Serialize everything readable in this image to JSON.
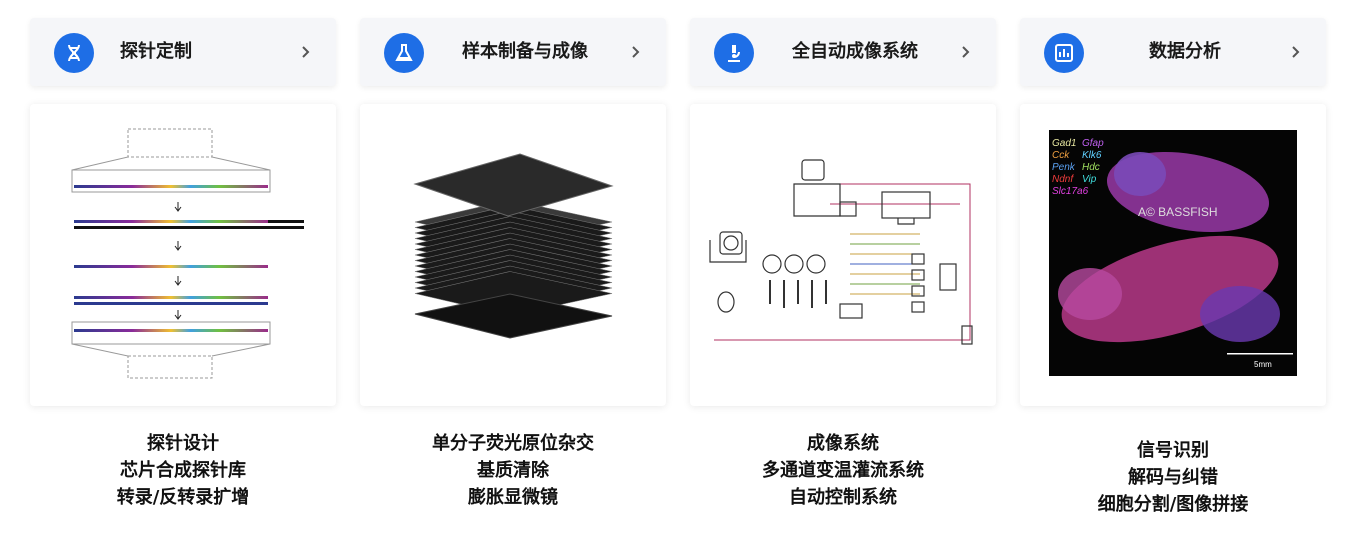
{
  "steps": [
    {
      "icon": "dna-icon",
      "title": "探针定制",
      "lines": [
        "探针设计",
        "芯片合成探针库",
        "转录/反转录扩增"
      ]
    },
    {
      "icon": "flask-icon",
      "title": "样本制备与成像",
      "lines": [
        "单分子荧光原位杂交",
        "基质清除",
        "膨胀显微镜"
      ]
    },
    {
      "icon": "microscope-icon",
      "title": "全自动成像系统",
      "lines": [
        "成像系统",
        "多通道变温灌流系统",
        "自动控制系统"
      ]
    },
    {
      "icon": "bar-chart-icon",
      "title": "数据分析",
      "lines": [
        "信号识别",
        "解码与纠错",
        "细胞分割/图像拼接"
      ],
      "legend_left": [
        "Gad1",
        "Cck",
        "Penk",
        "Ndnf",
        "Slc17a6"
      ],
      "legend_right": [
        "Gfap",
        "Klk6",
        "Hdc",
        "Vip"
      ],
      "watermark": "A© BASSFISH",
      "scale_label": "5mm"
    }
  ],
  "colors": {
    "accent": "#1e6ee6",
    "header_bg": "#f5f6f9",
    "legend_left": [
      "#e6e6a0",
      "#f0a040",
      "#5aa0f0",
      "#f03c3c",
      "#e040e0"
    ],
    "legend_right": [
      "#c060f0",
      "#60d0ff",
      "#a0e060",
      "#40e0e0"
    ]
  }
}
